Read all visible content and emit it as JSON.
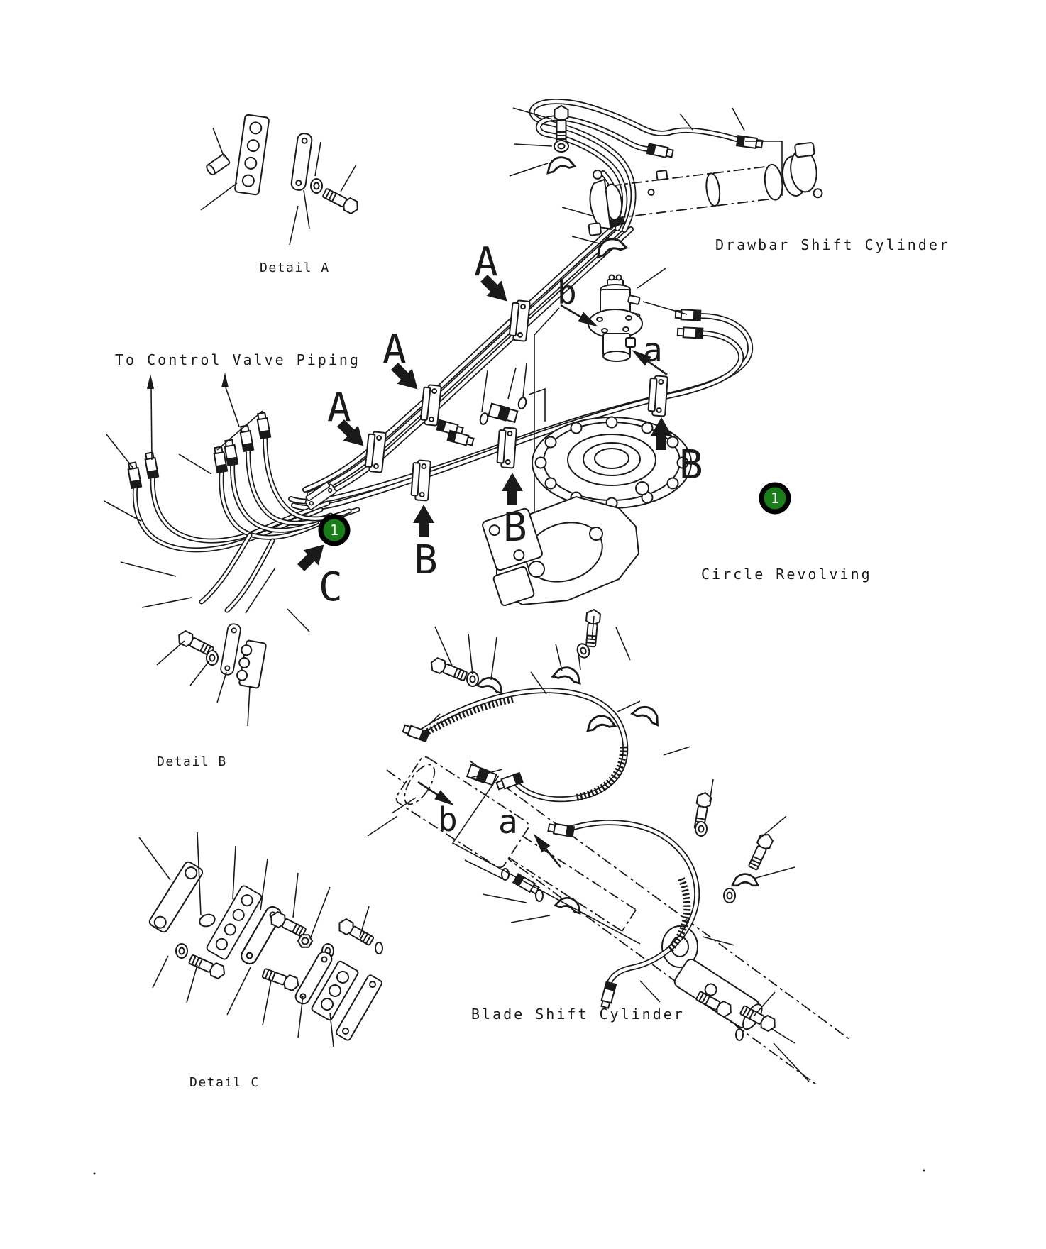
{
  "labels": {
    "detail_a": "Detail A",
    "detail_b": "Detail B",
    "detail_c": "Detail C",
    "drawbar_shift_cylinder": "Drawbar Shift Cylinder",
    "to_control_valve_piping": "To Control Valve Piping",
    "circle_revolving": "Circle Revolving",
    "blade_shift_cylinder": "Blade Shift Cylinder"
  },
  "callouts": {
    "clamp_view_a": "A",
    "clamp_view_b": "B",
    "clamp_view_c": "C",
    "detail_view_a": "a",
    "detail_view_b": "b"
  },
  "badges": {
    "part_number": "1"
  },
  "colors": {
    "ink": "#1a1a1a",
    "paper": "#ffffff",
    "badge_fill": "#1a7d1a",
    "badge_ring": "#000000",
    "badge_number": "#ffffff"
  }
}
